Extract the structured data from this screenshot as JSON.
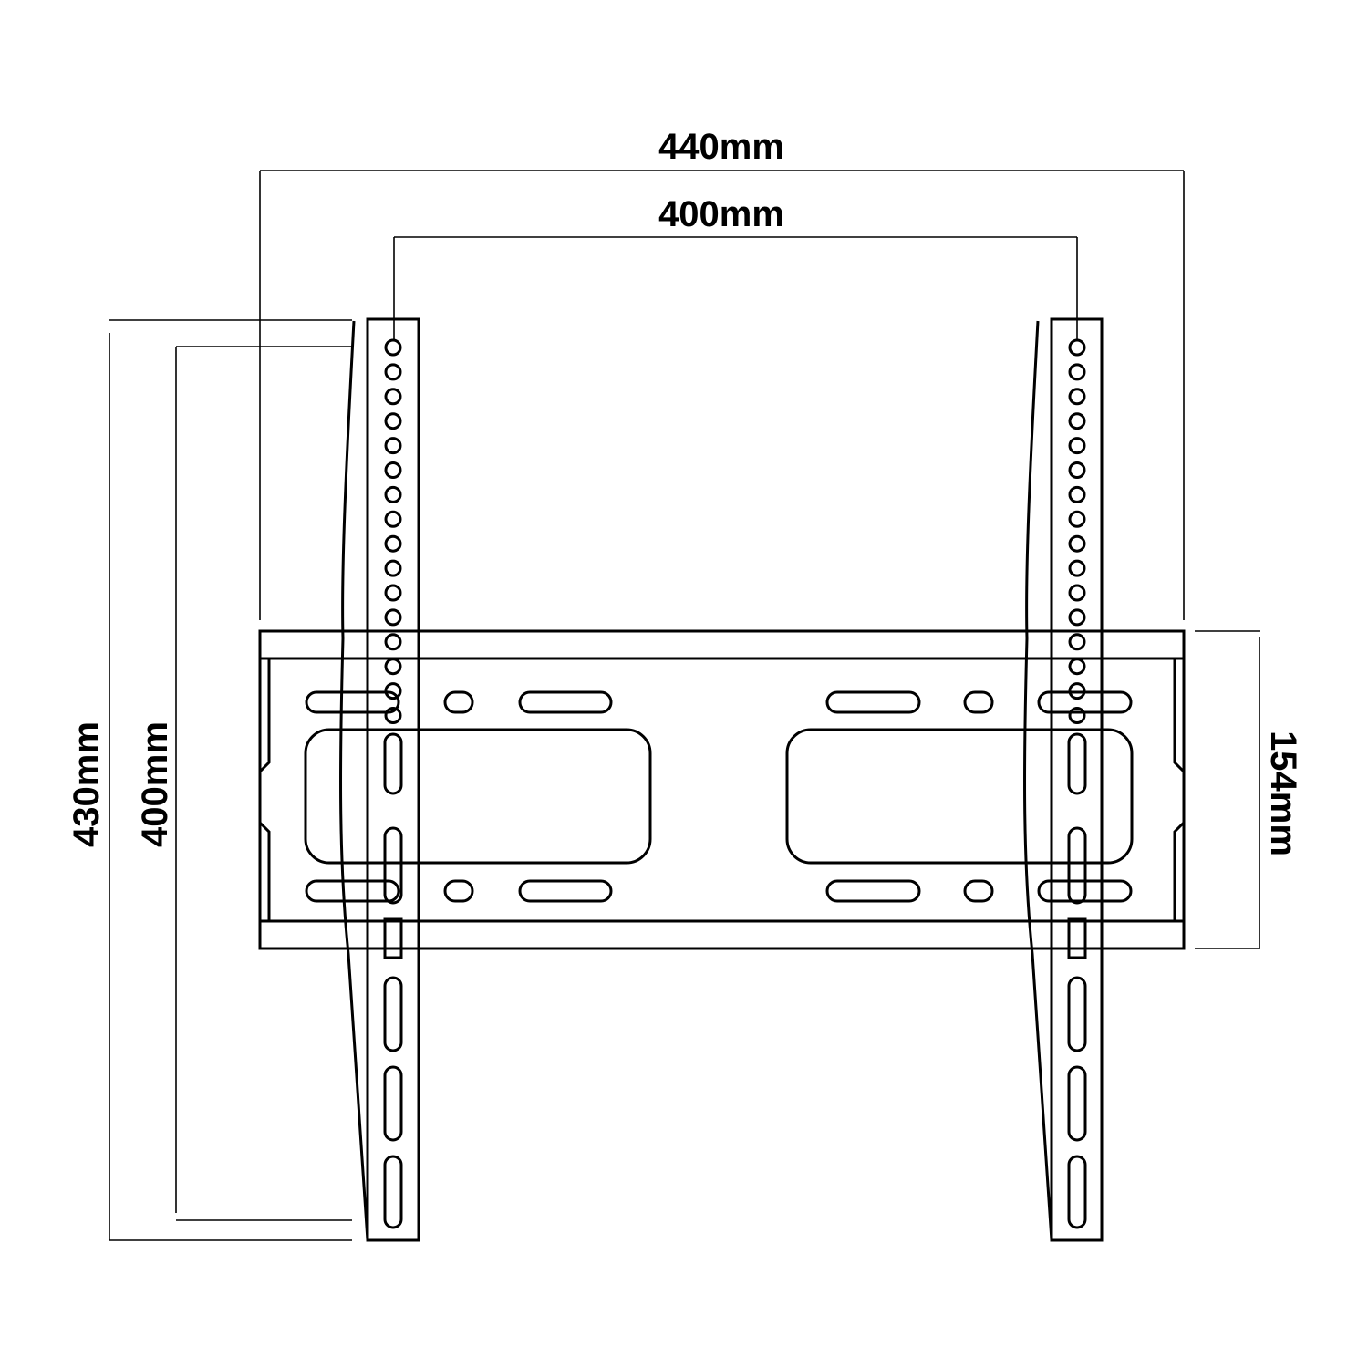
{
  "dimensions": {
    "overall_width": "440mm",
    "hole_spacing_horizontal": "400mm",
    "overall_height": "430mm",
    "hole_spacing_vertical": "400mm",
    "crossbar_height": "154mm"
  }
}
